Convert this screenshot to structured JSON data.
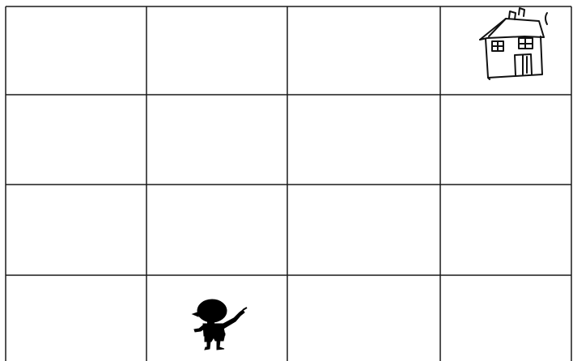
{
  "grid": {
    "rows": 4,
    "columns": 4,
    "line_color": "#1a1a1a",
    "background": "#ffffff"
  },
  "items": [
    {
      "name": "house-icon",
      "icon": "house-icon",
      "row": 1,
      "column": 4,
      "color": "#111111"
    },
    {
      "name": "child-icon",
      "icon": "child-silhouette-icon",
      "row": 4,
      "column": 2,
      "color": "#000000"
    }
  ]
}
